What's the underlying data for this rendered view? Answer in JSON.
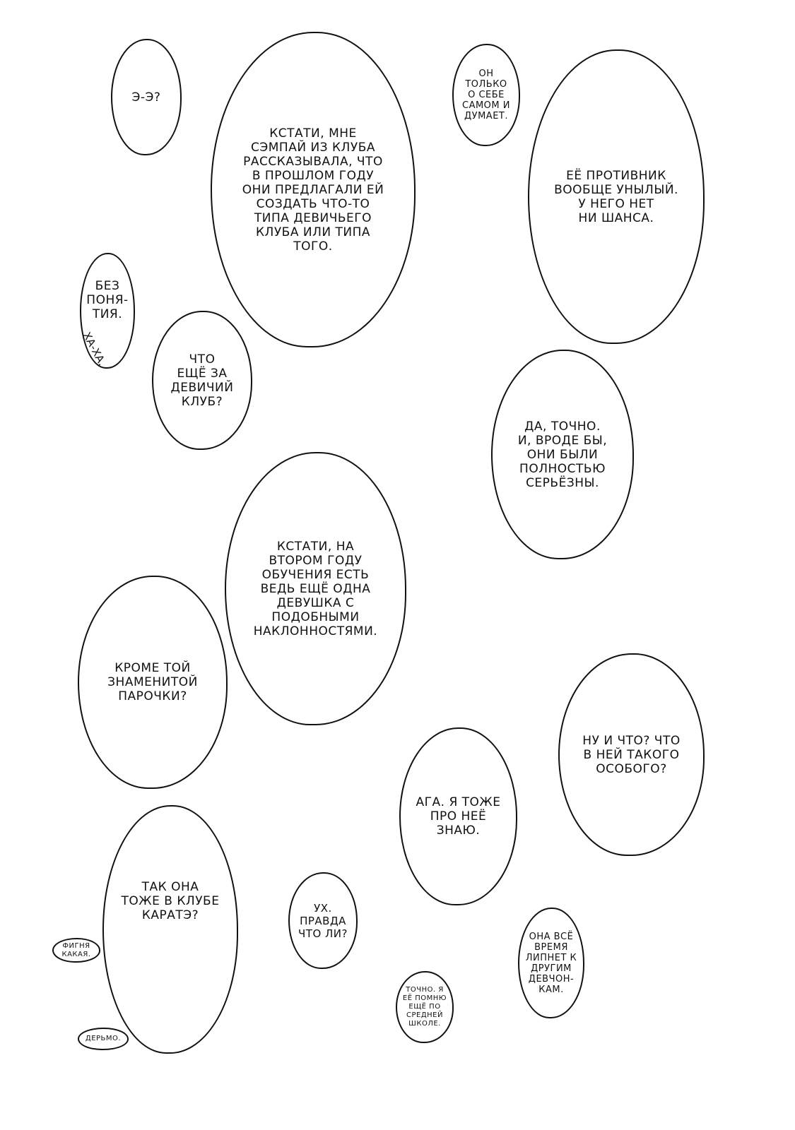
{
  "bubbles": [
    {
      "id": "ee",
      "text": "Э-Э?"
    },
    {
      "id": "kstati1",
      "text": "КСТАТИ, МНЕ\nСЭМПАЙ ИЗ КЛУБА\nРАССКАЗЫВАЛА, ЧТО\nВ ПРОШЛОМ ГОДУ\nОНИ ПРЕДЛАГАЛИ ЕЙ\nСОЗДАТЬ ЧТО-ТО\nТИПА ДЕВИЧЬЕГО\nКЛУБА ИЛИ ТИПА\nТОГО."
    },
    {
      "id": "on-tolko",
      "text": "ОН\nТОЛЬКО\nО СЕБЕ\nСАМОМ И\nДУМАЕТ."
    },
    {
      "id": "protivnik",
      "text": "ЕЁ ПРОТИВНИК\nВООБЩЕ УНЫЛЫЙ.\nУ НЕГО НЕТ\nНИ ШАНСА."
    },
    {
      "id": "bez-ponyatiya",
      "text": "БЕЗ\nПОНЯ-\nТИЯ."
    },
    {
      "id": "chto-eshe",
      "text": "ЧТО\nЕЩЁ ЗА\nДЕВИЧИЙ\nКЛУБ?"
    },
    {
      "id": "da-tochno",
      "text": "ДА, ТОЧНО.\nИ, ВРОДЕ БЫ,\nОНИ БЫЛИ\nПОЛНОСТЬЮ\nСЕРЬЁЗНЫ."
    },
    {
      "id": "kstati2",
      "text": "КСТАТИ, НА\nВТОРОМ ГОДУ\nОБУЧЕНИЯ ЕСТЬ\nВЕДЬ ЕЩЁ ОДНА\nДЕВУШКА С\nПОДОБНЫМИ\nНАКЛОННОСТЯМИ."
    },
    {
      "id": "krome",
      "text": "КРОМЕ ТОЙ\nЗНАМЕНИТОЙ\nПАРОЧКИ?"
    },
    {
      "id": "nu-i-chto",
      "text": "НУ И ЧТО? ЧТО\nВ НЕЙ ТАКОГО\nОСОБОГО?"
    },
    {
      "id": "aga",
      "text": "АГА. Я ТОЖЕ\nПРО НЕЁ\nЗНАЮ."
    },
    {
      "id": "tak-ona",
      "text": "ТАК ОНА\nТОЖЕ В КЛУБЕ\nКАРАТЭ?"
    },
    {
      "id": "uh",
      "text": "УХ.\nПРАВДА\nЧТО ЛИ?"
    },
    {
      "id": "fignya",
      "text": "ФИГНЯ\nКАКАЯ."
    },
    {
      "id": "ona-vse",
      "text": "ОНА ВСЁ\nВРЕМЯ\nЛИПНЕТ К\nДРУГИМ\nДЕВЧОН-\nКАМ."
    },
    {
      "id": "tochno-ya",
      "text": "ТОЧНО. Я\nЕЁ ПОМНЮ\nЕЩЁ ПО\nСРЕДНЕЙ\nШКОЛЕ."
    },
    {
      "id": "dermo",
      "text": "ДЕРЬМО."
    }
  ],
  "sfx": {
    "ha_ha": "ХА-ХА."
  }
}
